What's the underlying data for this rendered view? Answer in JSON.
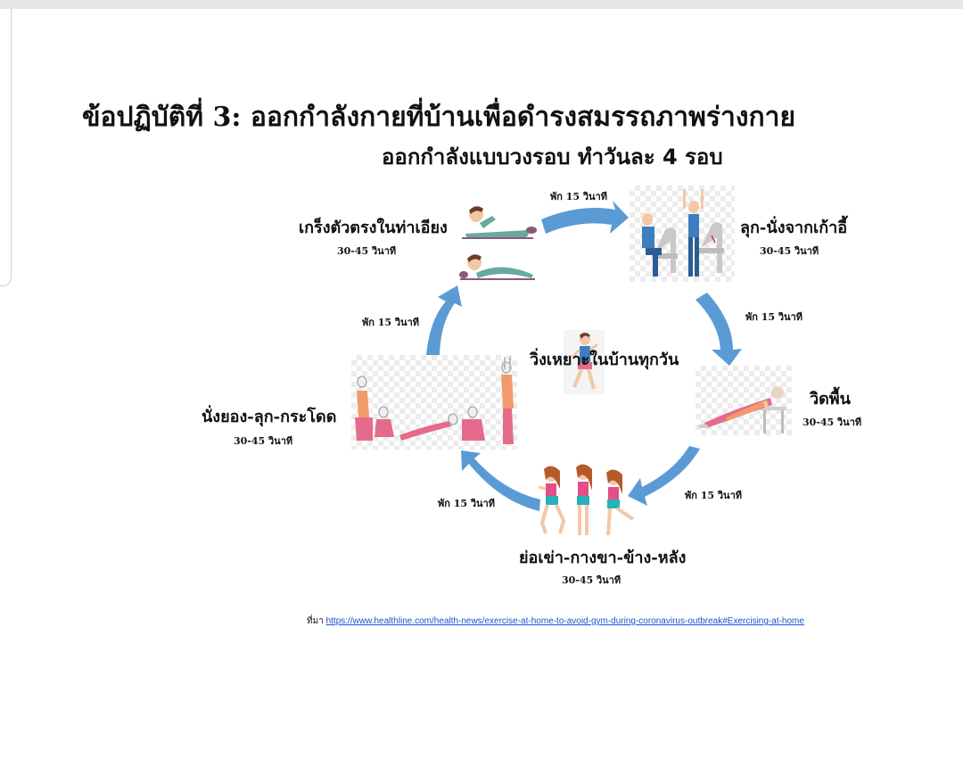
{
  "page": {
    "title": "ข้อปฏิบัติที่ 3: ออกกำลังกายที่บ้านเพื่อดำรงสมรรถภาพร่างกาย",
    "subtitle": "ออกกำลังแบบวงรอบ ทำวันละ 4 รอบ"
  },
  "exercises": [
    {
      "name": "เกร็งตัวตรงในท่าเอียง",
      "duration": "30-45 วินาที"
    },
    {
      "name": "ลุก-นั่งจากเก้าอี้",
      "duration": "30-45 วินาที"
    },
    {
      "name": "วิดพื้น",
      "duration": "30-45 วินาที"
    },
    {
      "name": "ย่อเข่า-กางขา-ข้าง-หลัง",
      "duration": "30-45 วินาที"
    },
    {
      "name": "นั่งยอง-ลุก-กระโดด",
      "duration": "30-45 วินาที"
    }
  ],
  "rest_labels": [
    "พัก 15 วินาที",
    "พัก 15 วินาที",
    "พัก 15 วินาที",
    "พัก 15 วินาที",
    "พัก 15 วินาที"
  ],
  "center": {
    "label": "วิ่งเหยาะในบ้านทุกวัน"
  },
  "source": {
    "prefix": "ที่มา",
    "url": "https://www.healthline.com/health-news/exercise-at-home-to-avoid-gym-during-coronavirus-outbreak#Exercising-at-home"
  },
  "colors": {
    "arrow": "#5b9bd5",
    "skin": "#f3c7a6",
    "teal": "#6aa9a0",
    "pink": "#e56b8c",
    "blue": "#3d7dc0"
  }
}
